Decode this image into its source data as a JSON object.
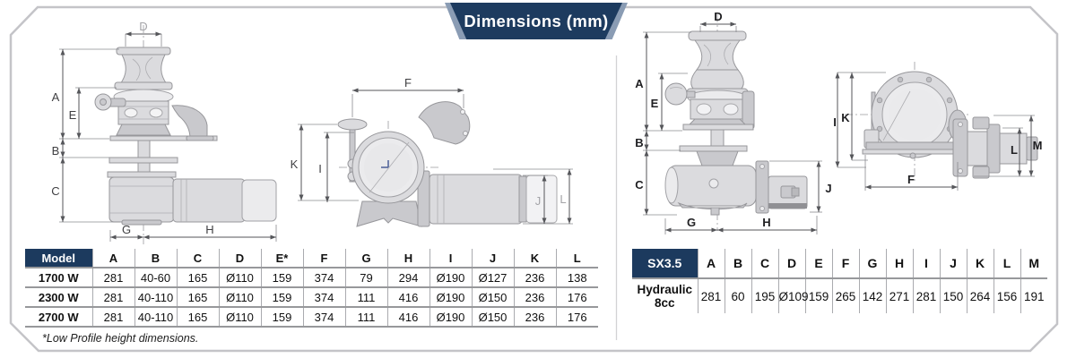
{
  "header": {
    "badge": "Dimensions (mm)"
  },
  "footnote": "*Low Profile height dimensions.",
  "colors": {
    "navy": "#1c3a5e",
    "frame_border": "#c4c4c8"
  },
  "drawings": [
    {
      "id": "windlass-front",
      "labels": [
        "D",
        "A",
        "E",
        "B",
        "C",
        "G",
        "H"
      ]
    },
    {
      "id": "windlass-side",
      "labels": [
        "F",
        "K",
        "I",
        "J",
        "L"
      ]
    },
    {
      "id": "sx35-front",
      "labels": [
        "D",
        "A",
        "E",
        "B",
        "C",
        "J",
        "G",
        "H"
      ]
    },
    {
      "id": "sx35-side",
      "labels": [
        "I",
        "K",
        "L",
        "M",
        "F"
      ]
    }
  ],
  "left_table": {
    "columns": [
      "Model",
      "A",
      "B",
      "C",
      "D",
      "E*",
      "F",
      "G",
      "H",
      "I",
      "J",
      "K",
      "L"
    ],
    "rows": [
      {
        "model": "1700 W",
        "values": [
          "281",
          "40-60",
          "165",
          "Ø110",
          "159",
          "374",
          "79",
          "294",
          "Ø190",
          "Ø127",
          "236",
          "138"
        ]
      },
      {
        "model": "2300 W",
        "values": [
          "281",
          "40-110",
          "165",
          "Ø110",
          "159",
          "374",
          "111",
          "416",
          "Ø190",
          "Ø150",
          "236",
          "176"
        ]
      },
      {
        "model": "2700 W",
        "values": [
          "281",
          "40-110",
          "165",
          "Ø110",
          "159",
          "374",
          "111",
          "416",
          "Ø190",
          "Ø150",
          "236",
          "176"
        ]
      }
    ]
  },
  "right_table": {
    "columns": [
      "SX3.5",
      "A",
      "B",
      "C",
      "D",
      "E",
      "F",
      "G",
      "H",
      "I",
      "J",
      "K",
      "L",
      "M"
    ],
    "rows": [
      {
        "model": "Hydraulic 8cc",
        "values": [
          "281",
          "60",
          "195",
          "Ø109",
          "159",
          "265",
          "142",
          "271",
          "281",
          "150",
          "264",
          "156",
          "191"
        ]
      }
    ]
  }
}
